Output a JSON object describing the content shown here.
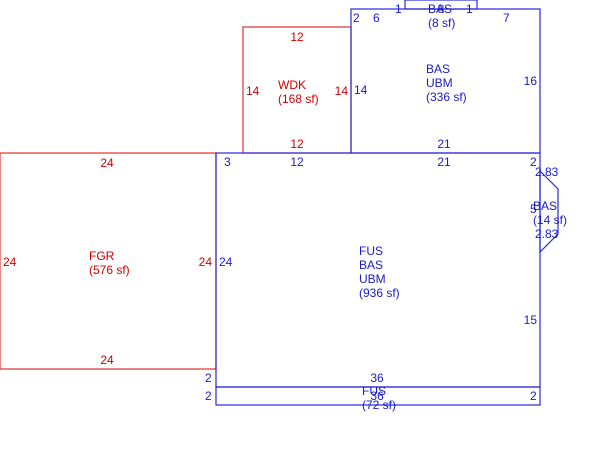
{
  "colors": {
    "garage_and_deck": "#d00000",
    "living_area": "#1a1acc"
  },
  "areas": {
    "wdk": {
      "code": "WDK",
      "area": "(168 sf)",
      "dims": {
        "top": "12",
        "bottom": "12",
        "left": "14",
        "right": "14"
      }
    },
    "fgr": {
      "code": "FGR",
      "area": "(576 sf)",
      "dims": {
        "top": "24",
        "bottom": "24",
        "left": "24",
        "right": "24"
      }
    },
    "bas_ubm_upper": {
      "lines": [
        "BAS",
        "UBM"
      ],
      "area": "(336 sf)",
      "dims": {
        "top_left": "6",
        "top_right": "7",
        "corner": "2",
        "left": "14",
        "right": "16",
        "bottom": "21"
      }
    },
    "bas_top_small": {
      "code": "BAS",
      "area": "(8 sf)",
      "dims": {
        "left": "1",
        "right": "1",
        "mid": "8"
      }
    },
    "fus_bas_ubm_main": {
      "lines": [
        "FUS",
        "BAS",
        "UBM"
      ],
      "area": "(936 sf)",
      "dims": {
        "top_left": "3",
        "top_a": "12",
        "top_b": "21",
        "corner": "2",
        "left": "24",
        "right": "15",
        "bottom": "36"
      }
    },
    "bas_bay": {
      "code": "BAS",
      "area": "(14 sf)",
      "dims": {
        "upper": "2.83",
        "lower": "2.83",
        "side": "5"
      }
    },
    "fus_strip": {
      "code": "FUS",
      "area": "(72 sf)",
      "dims": {
        "top_left": "2",
        "left": "2",
        "right": "2",
        "bottom": "36"
      }
    }
  }
}
